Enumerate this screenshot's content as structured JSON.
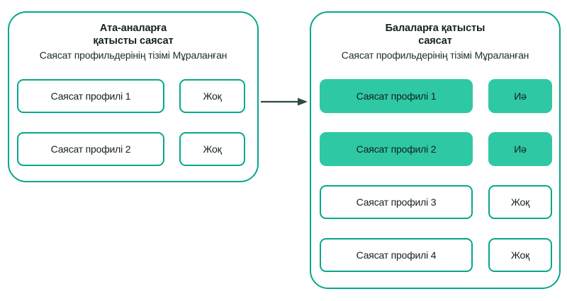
{
  "theme": {
    "accent_border": "#06a78c",
    "accent_fill": "#2ec8a4",
    "text": "#14201f",
    "arrow": "#2e4a47",
    "background": "#ffffff"
  },
  "arrow": {
    "name": "inheritance-arrow",
    "direction": "right"
  },
  "panels": [
    {
      "id": "parents",
      "title": "Ата-аналарға\nқатысты саясат",
      "subtitle_list": "Саясат профильдерінің тізімі",
      "subtitle_inherited": "Мұраланған",
      "rows": [
        {
          "profile": "Саясат профилі 1",
          "flag": "Жоқ",
          "inherited": false
        },
        {
          "profile": "Саясат профилі 2",
          "flag": "Жоқ",
          "inherited": false
        }
      ]
    },
    {
      "id": "children",
      "title": "Балаларға қатысты\nсаясат",
      "subtitle_list": "Саясат профильдерінің тізімі",
      "subtitle_inherited": "Мұраланған",
      "rows": [
        {
          "profile": "Саясат профилі 1",
          "flag": "Иә",
          "inherited": true
        },
        {
          "profile": "Саясат профилі 2",
          "flag": "Иә",
          "inherited": true
        },
        {
          "profile": "Саясат профилі 3",
          "flag": "Жоқ",
          "inherited": false
        },
        {
          "profile": "Саясат профилі 4",
          "flag": "Жоқ",
          "inherited": false
        }
      ]
    }
  ]
}
